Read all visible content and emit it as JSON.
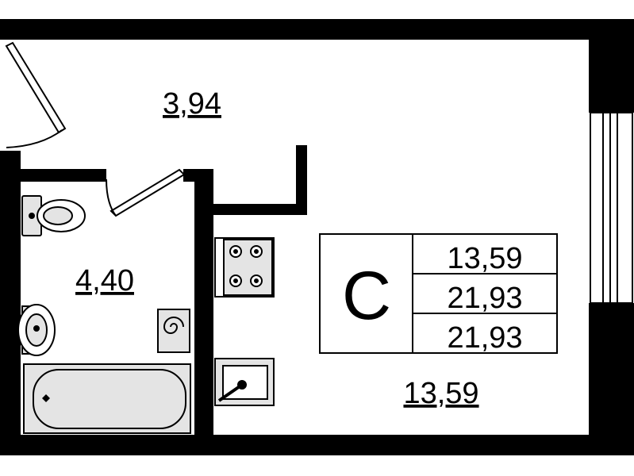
{
  "rooms": {
    "hallway": {
      "area": "3,94"
    },
    "bathroom": {
      "area": "4,40"
    },
    "living": {
      "area": "13,59"
    }
  },
  "summary": {
    "type_letter": "С",
    "rows": [
      "13,59",
      "21,93",
      "21,93"
    ]
  },
  "colors": {
    "wall": "#000000",
    "fixture_fill": "#e4e4e4",
    "background": "#ffffff"
  }
}
